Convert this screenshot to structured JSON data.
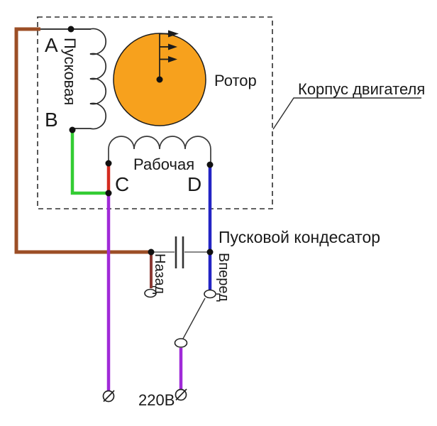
{
  "diagram": {
    "motor": {
      "housing_label": "Корпус двигателя",
      "rotor_label": "Ротор",
      "start_winding_label": "Пусковая",
      "run_winding_label": "Рабочая",
      "terminals": {
        "a": "A",
        "b": "B",
        "c": "C",
        "d": "D"
      }
    },
    "capacitor_label": "Пусковой кондесатор",
    "switch": {
      "backward_label": "Назад",
      "forward_label": "Вперед"
    },
    "power_label": "220В"
  },
  "colors": {
    "wire_brown": "#9C4E26",
    "wire_dark_red": "#8B3A34",
    "wire_green": "#33CC33",
    "wire_red": "#D42B20",
    "wire_purple": "#A02AD8",
    "wire_blue": "#2324C4",
    "rotor_fill": "#F7A11D",
    "line_black": "#1C1C1C"
  }
}
